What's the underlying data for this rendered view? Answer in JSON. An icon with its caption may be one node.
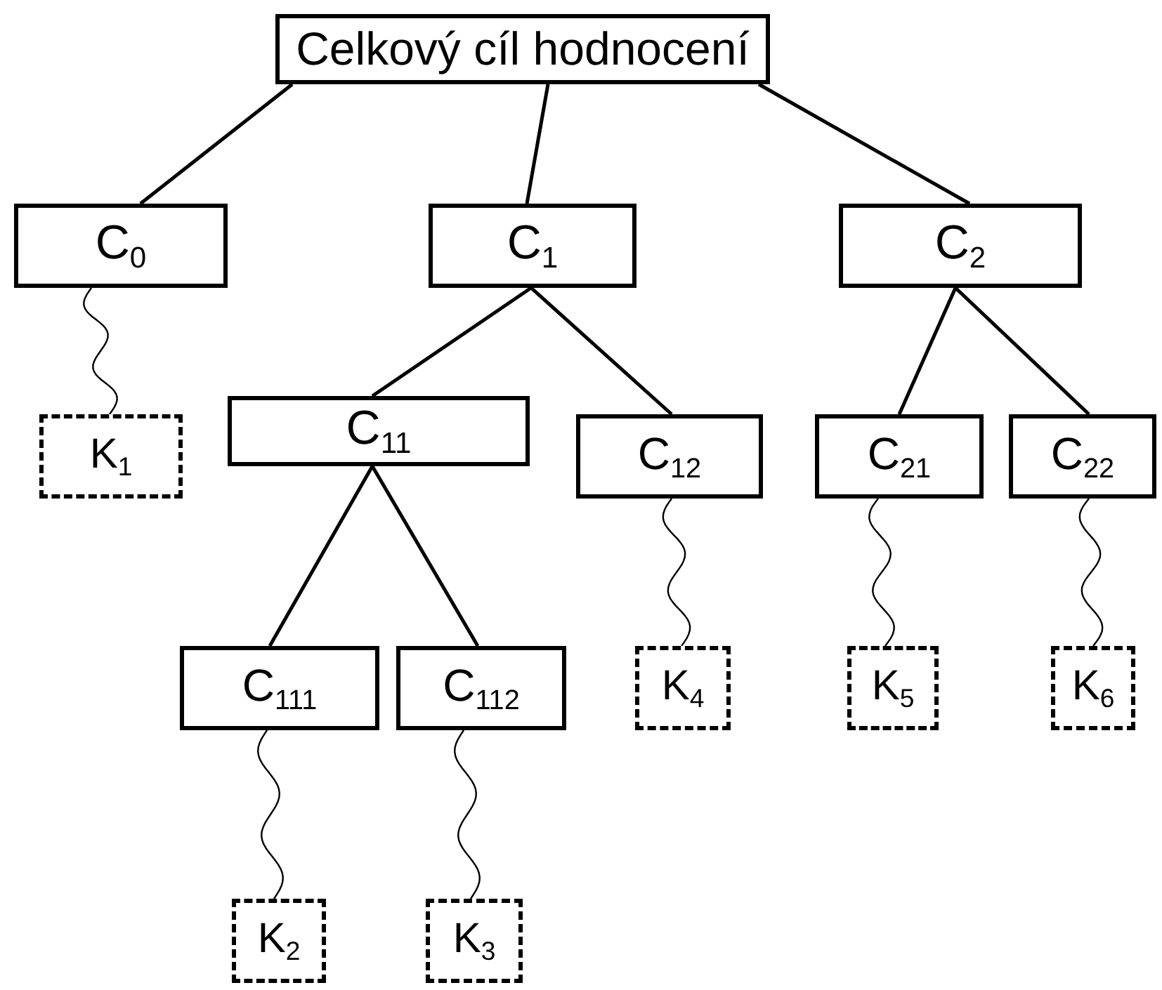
{
  "diagram": {
    "nodes": [
      {
        "text": [
          "Celkový cíl hodnocení"
        ]
      },
      {
        "text": [
          "C$_{0}$"
        ]
      },
      {
        "text": [
          "C$_{1}$"
        ]
      },
      {
        "text": [
          "C$_{2}$"
        ]
      },
      {
        "text": [
          "K$_{1}$"
        ]
      },
      {
        "text": [
          "C$_{11}$"
        ]
      },
      {
        "text": [
          "C$_{12}$"
        ]
      },
      {
        "text": [
          "C$_{21}$"
        ]
      },
      {
        "text": [
          "C$_{22}$"
        ]
      },
      {
        "text": [
          "C$_{111}$"
        ]
      },
      {
        "text": [
          "C$_{112}$"
        ]
      },
      {
        "text": [
          "K$_{4}$"
        ]
      },
      {
        "text": [
          "K$_{5}$"
        ]
      },
      {
        "text": [
          "K$_{6}$"
        ]
      },
      {
        "text": [
          "K$_{2}$"
        ]
      },
      {
        "text": [
          "K$_{3}$"
        ]
      }
    ],
    "edges": [
      {
        "from": 0,
        "to": 1,
        "arrow": "none"
      },
      {
        "from": 0,
        "to": 2,
        "arrow": "none"
      },
      {
        "from": 0,
        "to": 3,
        "arrow": "none"
      },
      {
        "from": 1,
        "to": 4,
        "arrow": "none"
      },
      {
        "from": 2,
        "to": 5,
        "arrow": "none"
      },
      {
        "from": 2,
        "to": 6,
        "arrow": "none"
      },
      {
        "from": 3,
        "to": 7,
        "arrow": "none"
      },
      {
        "from": 3,
        "to": 8,
        "arrow": "none"
      },
      {
        "from": 5,
        "to": 9,
        "arrow": "none"
      },
      {
        "from": 5,
        "to": 10,
        "arrow": "none"
      },
      {
        "from": 6,
        "to": 11,
        "arrow": "none"
      },
      {
        "from": 7,
        "to": 12,
        "arrow": "none"
      },
      {
        "from": 8,
        "to": 13,
        "arrow": "none"
      },
      {
        "from": 9,
        "to": 14,
        "arrow": "none"
      },
      {
        "from": 10,
        "to": 15,
        "arrow": "none"
      }
    ]
  }
}
